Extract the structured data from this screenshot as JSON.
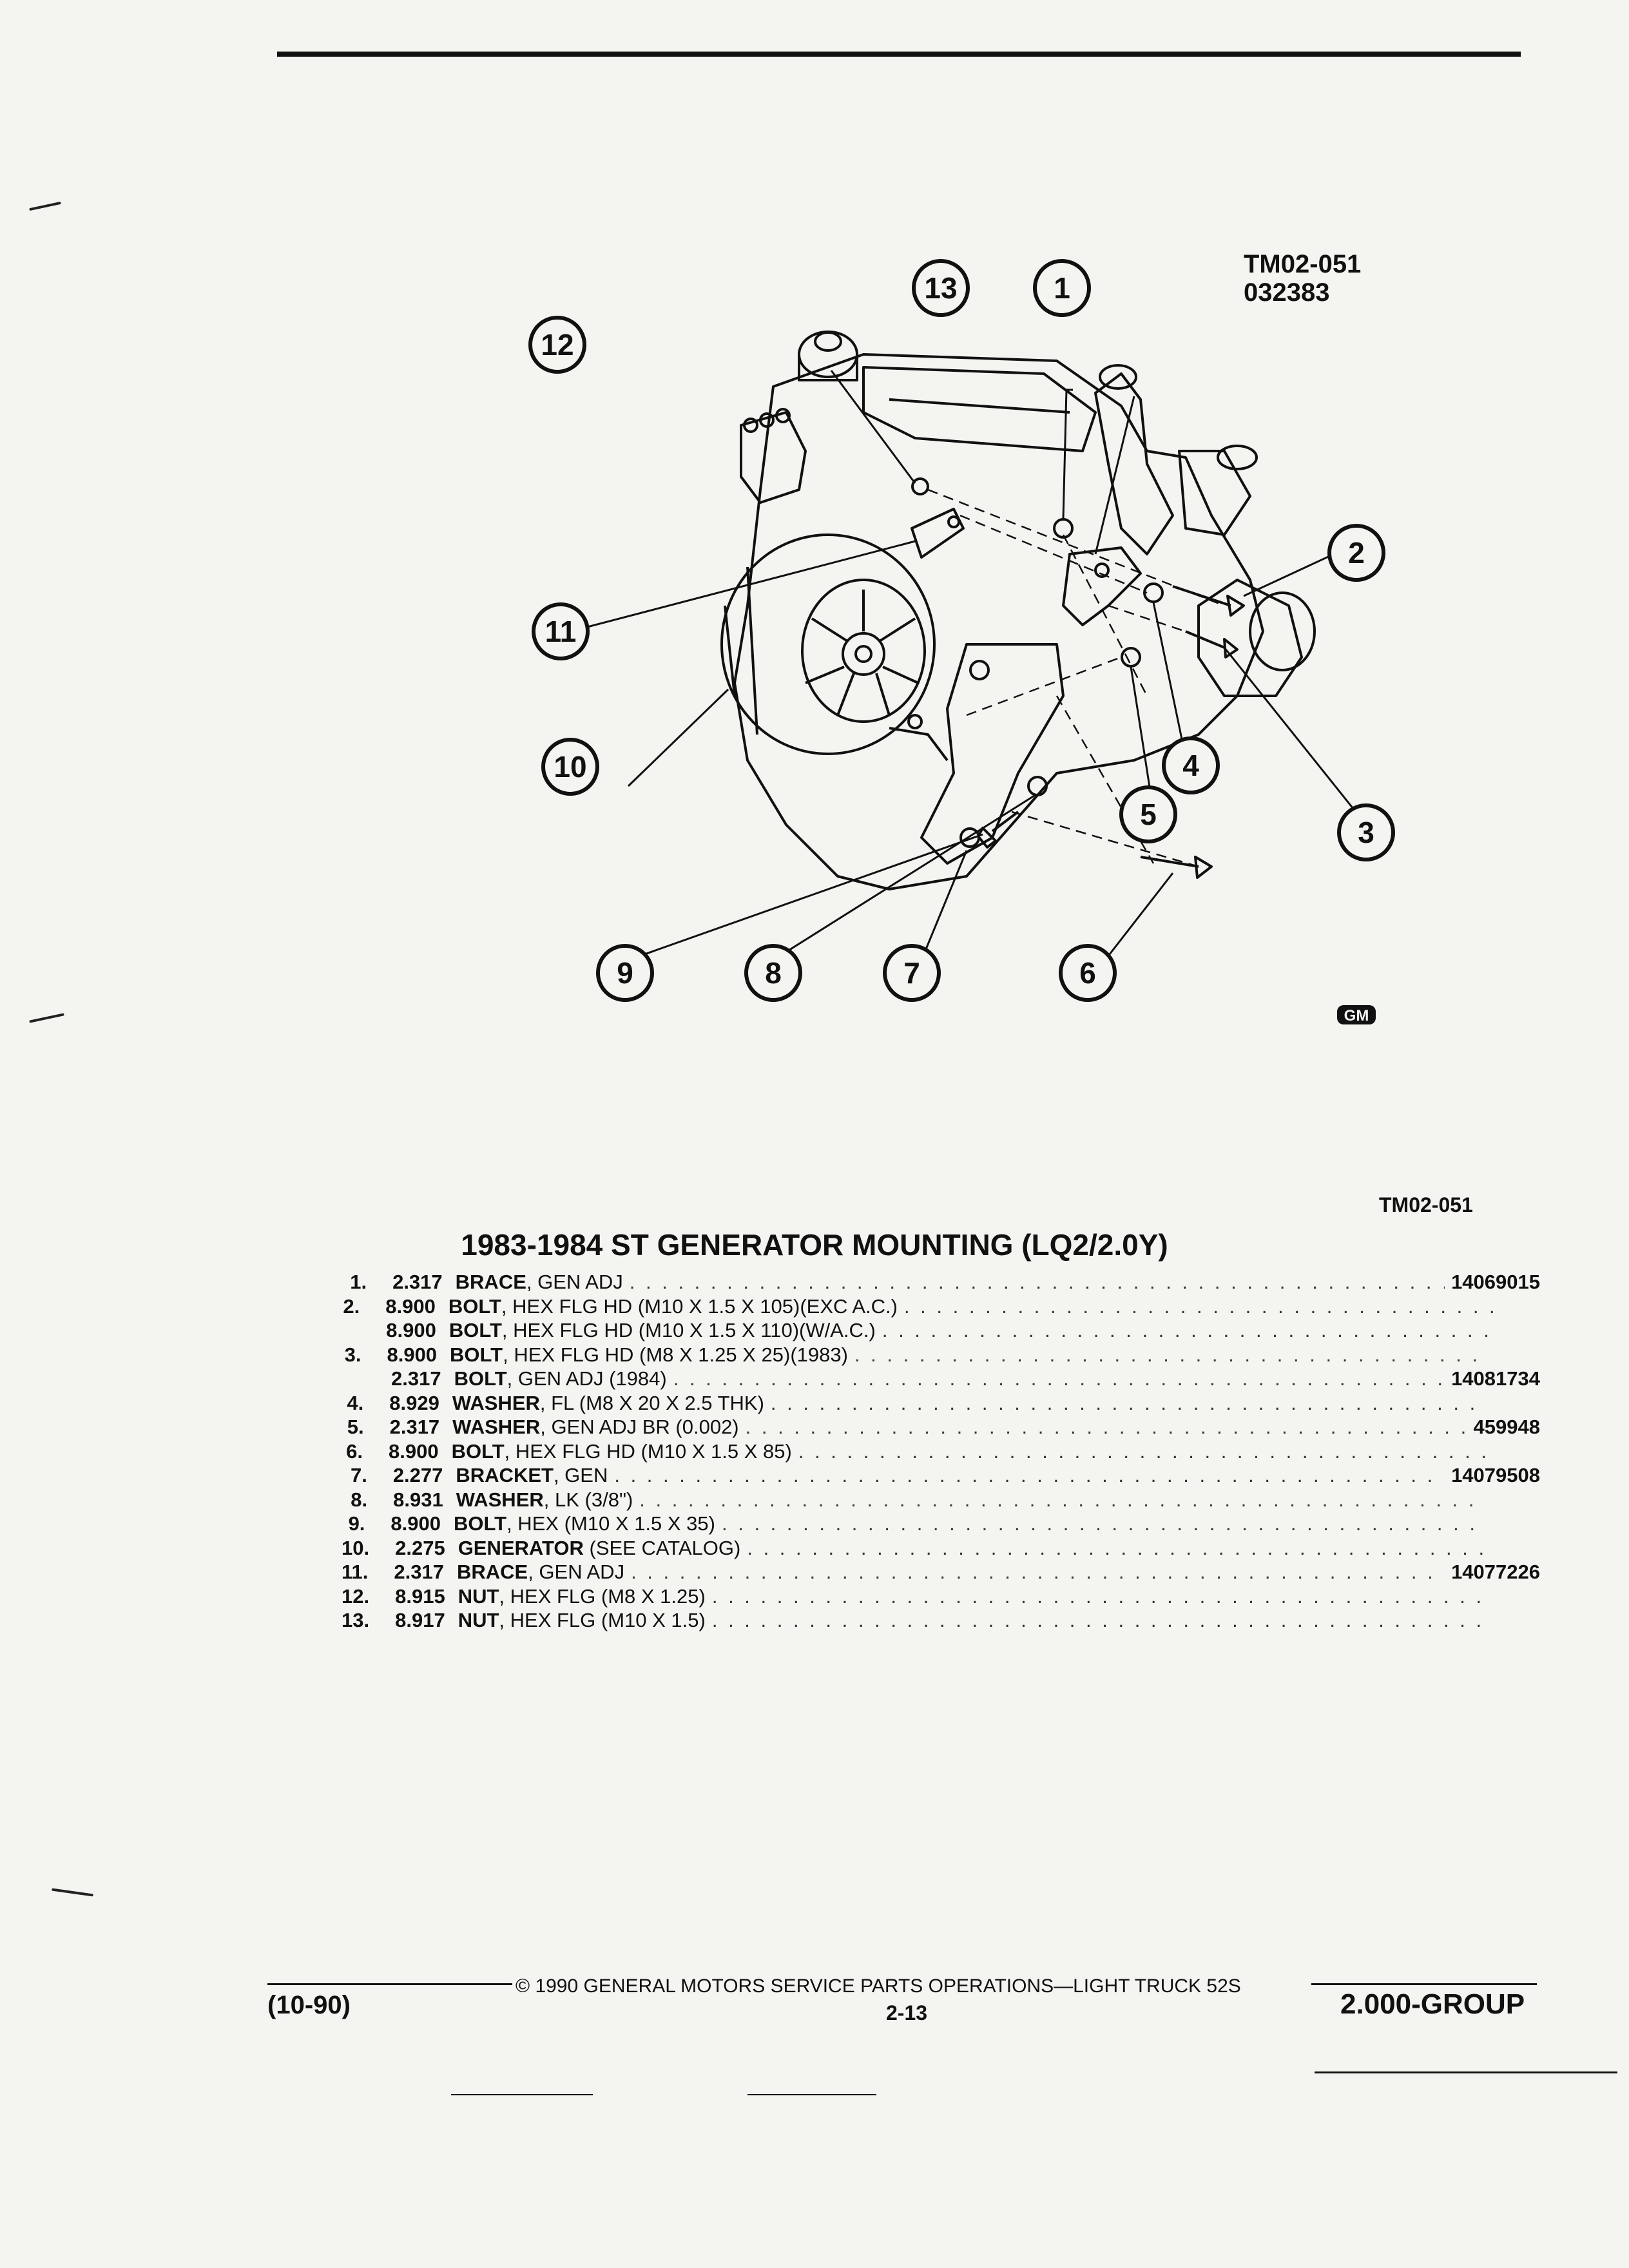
{
  "figure": {
    "code": "TM02-051",
    "date_code": "032383",
    "ref_code": "TM02-051",
    "logo": "GM",
    "callouts": [
      "1",
      "2",
      "3",
      "4",
      "5",
      "6",
      "7",
      "8",
      "9",
      "10",
      "11",
      "12",
      "13"
    ]
  },
  "section_title": "1983-1984 ST GENERATOR MOUNTING (LQ2/2.0Y)",
  "parts": [
    {
      "num": "1.",
      "group": "2.317",
      "name": "BRACE",
      "detail": ", GEN ADJ",
      "part_no": "14069015"
    },
    {
      "num": "2.",
      "group": "8.900",
      "name": "BOLT",
      "detail": ", HEX FLG HD (M10 X 1.5 X 105)(EXC A.C.)",
      "part_no": ""
    },
    {
      "num": "",
      "group": "8.900",
      "name": "BOLT",
      "detail": ", HEX FLG HD (M10 X 1.5 X 110)(W/A.C.)",
      "part_no": ""
    },
    {
      "num": "3.",
      "group": "8.900",
      "name": "BOLT",
      "detail": ", HEX FLG HD (M8 X 1.25 X 25)(1983)",
      "part_no": ""
    },
    {
      "num": "",
      "group": "2.317",
      "name": "BOLT",
      "detail": ", GEN ADJ (1984)",
      "part_no": "14081734"
    },
    {
      "num": "4.",
      "group": "8.929",
      "name": "WASHER",
      "detail": ", FL (M8 X 20 X 2.5 THK)",
      "part_no": ""
    },
    {
      "num": "5.",
      "group": "2.317",
      "name": "WASHER",
      "detail": ", GEN ADJ BR (0.002)",
      "part_no": "459948"
    },
    {
      "num": "6.",
      "group": "8.900",
      "name": "BOLT",
      "detail": ", HEX FLG HD (M10 X 1.5 X 85)",
      "part_no": ""
    },
    {
      "num": "7.",
      "group": "2.277",
      "name": "BRACKET",
      "detail": ", GEN",
      "part_no": "14079508"
    },
    {
      "num": "8.",
      "group": "8.931",
      "name": "WASHER",
      "detail": ", LK (3/8\")",
      "part_no": ""
    },
    {
      "num": "9.",
      "group": "8.900",
      "name": "BOLT",
      "detail": ", HEX (M10 X 1.5 X 35)",
      "part_no": ""
    },
    {
      "num": "10.",
      "group": "2.275",
      "name": "GENERATOR",
      "detail": " (SEE CATALOG)",
      "part_no": ""
    },
    {
      "num": "11.",
      "group": "2.317",
      "name": "BRACE",
      "detail": ", GEN ADJ",
      "part_no": "14077226"
    },
    {
      "num": "12.",
      "group": "8.915",
      "name": "NUT",
      "detail": ", HEX FLG (M8 X 1.25)",
      "part_no": ""
    },
    {
      "num": "13.",
      "group": "8.917",
      "name": "NUT",
      "detail": ", HEX FLG (M10 X 1.5)",
      "part_no": ""
    }
  ],
  "footer": {
    "copyright": "© 1990 GENERAL MOTORS SERVICE PARTS OPERATIONS—LIGHT TRUCK 52S",
    "date": "(10-90)",
    "page": "2-13",
    "group": "2.000-GROUP"
  }
}
